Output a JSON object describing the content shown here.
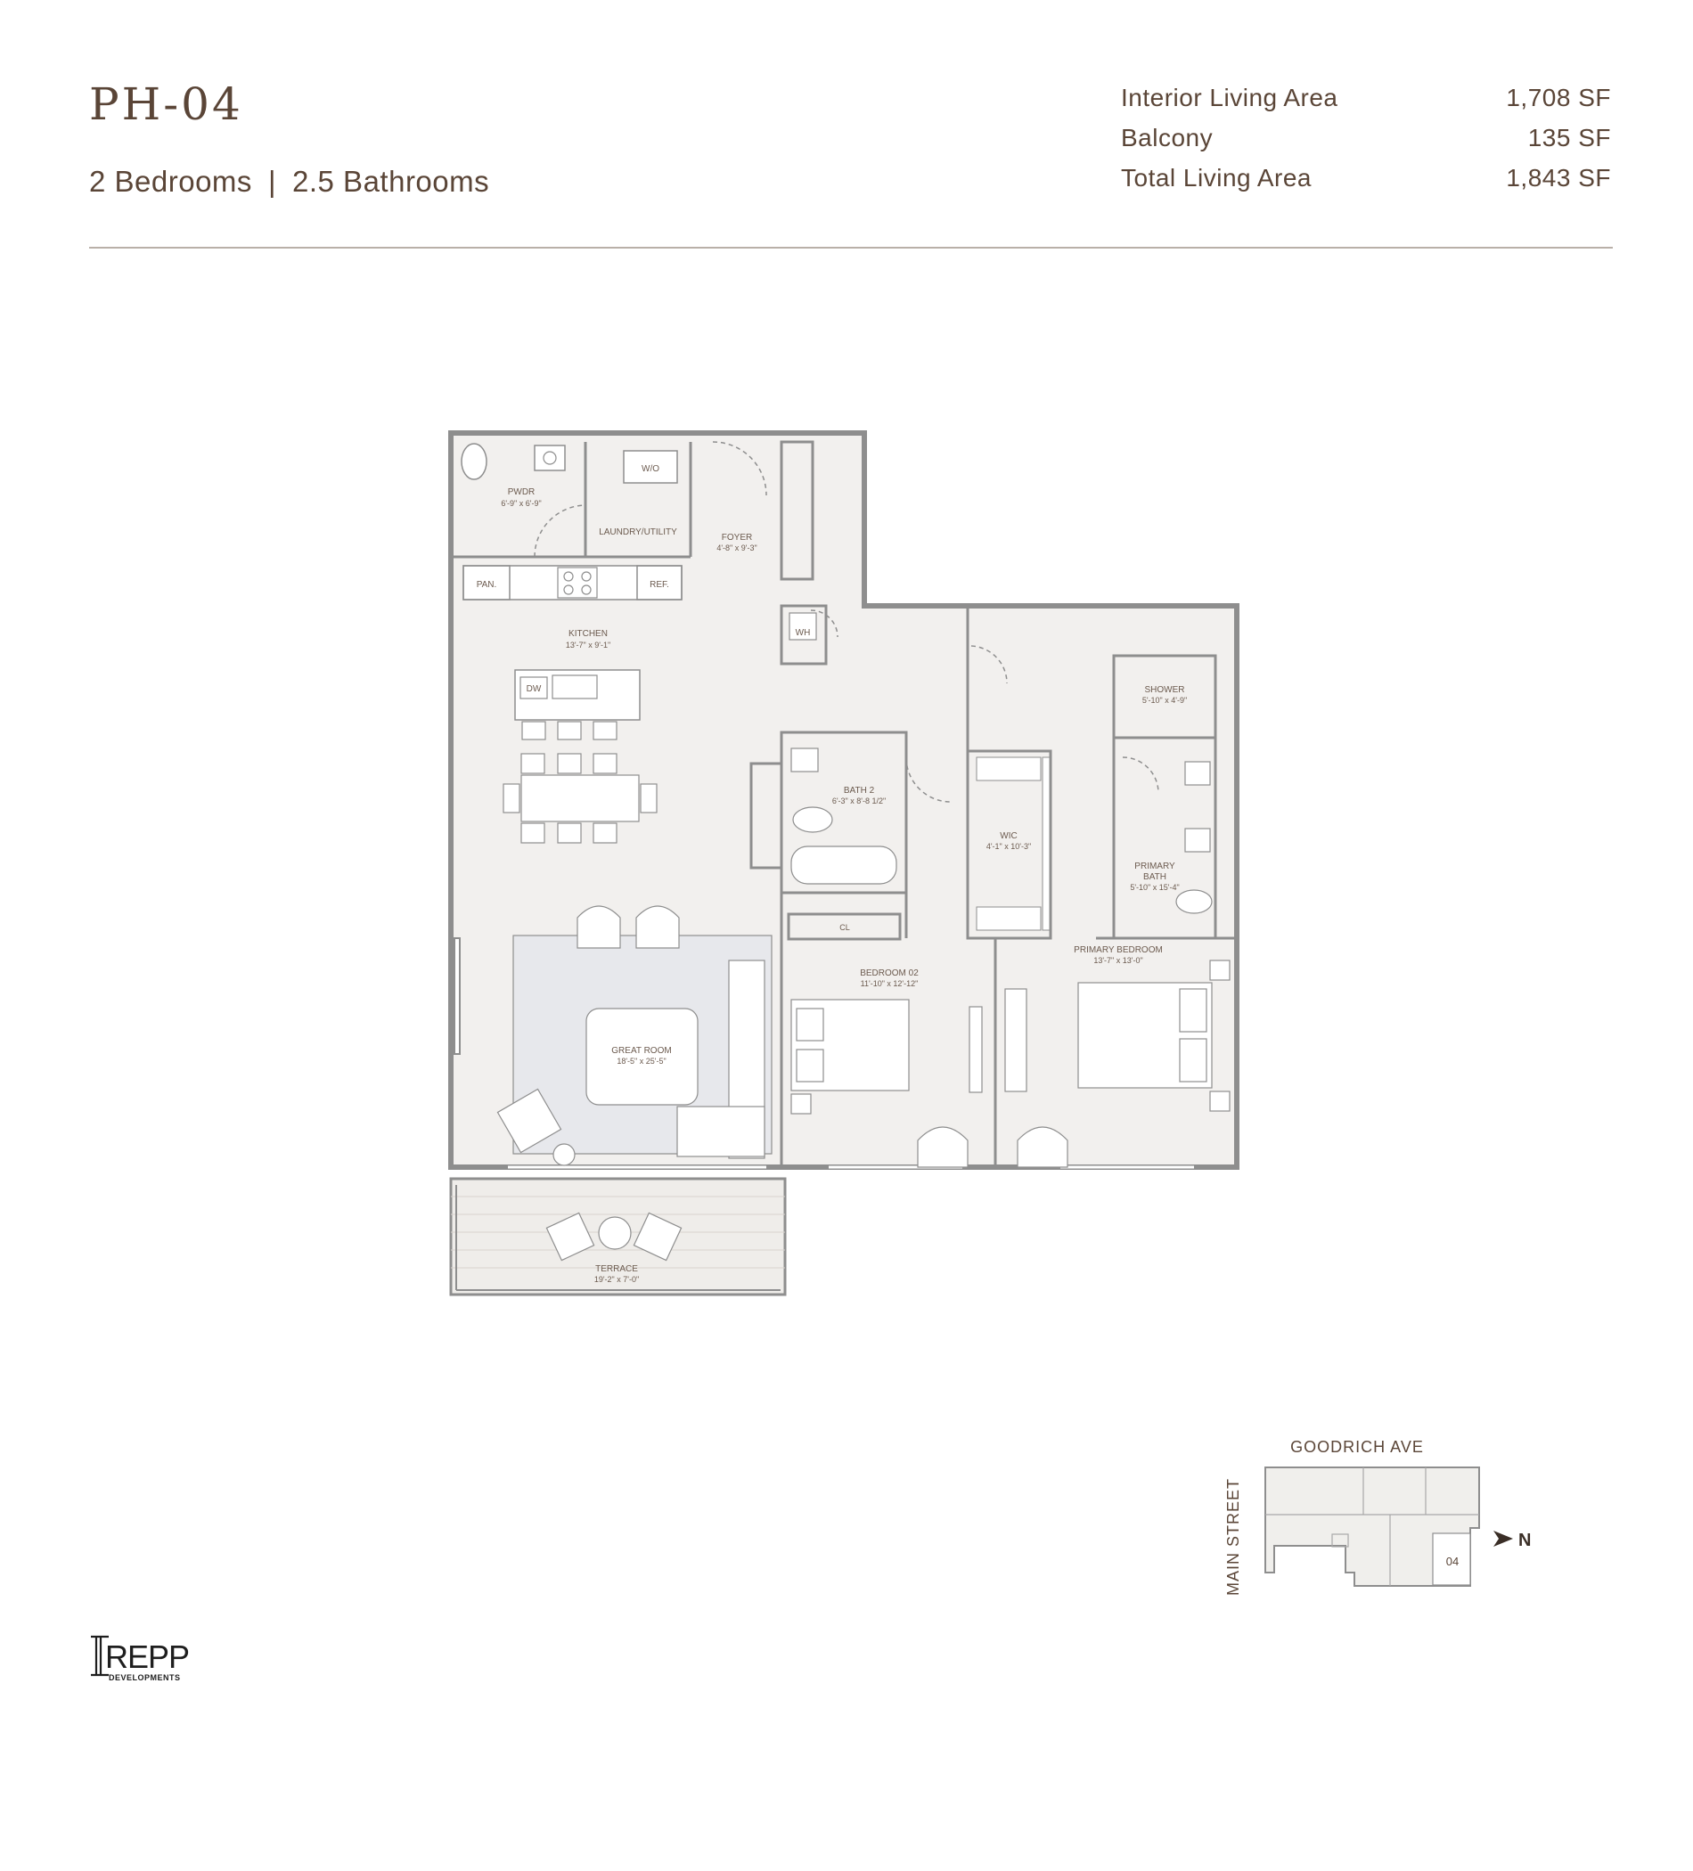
{
  "header": {
    "unit_name": "PH-04",
    "bedrooms": "2 Bedrooms",
    "separator": "|",
    "bathrooms": "2.5 Bathrooms"
  },
  "areas": [
    {
      "label": "Interior Living Area",
      "value": "1,708 SF"
    },
    {
      "label": "Balcony",
      "value": "135 SF"
    },
    {
      "label": "Total Living Area",
      "value": "1,843 SF"
    }
  ],
  "rooms": {
    "pwdr": {
      "name": "PWDR",
      "dims": "6'-9\" x 6'-9\""
    },
    "wo": {
      "name": "W/O"
    },
    "laundry": {
      "name": "LAUNDRY/UTILITY"
    },
    "foyer": {
      "name": "FOYER",
      "dims": "4'-8\" x 9'-3\""
    },
    "pan": {
      "name": "PAN."
    },
    "ref": {
      "name": "REF."
    },
    "wh": {
      "name": "WH"
    },
    "kitchen": {
      "name": "KITCHEN",
      "dims": "13'-7\" x 9'-1\""
    },
    "dw": {
      "name": "DW"
    },
    "bath2": {
      "name": "BATH 2",
      "dims": "6'-3\" x 8'-8 1/2\""
    },
    "cl": {
      "name": "CL"
    },
    "wic": {
      "name": "WIC",
      "dims": "4'-1\" x 10'-3\""
    },
    "shower": {
      "name": "SHOWER",
      "dims": "5'-10\" x 4'-9\""
    },
    "primary_bath": {
      "name_line1": "PRIMARY",
      "name_line2": "BATH",
      "dims": "5'-10\" x 15'-4\""
    },
    "great_room": {
      "name": "GREAT ROOM",
      "dims": "18'-5\" x 25'-5\""
    },
    "bedroom2": {
      "name": "BEDROOM 02",
      "dims": "11'-10\" x 12'-12\""
    },
    "primary_bedroom": {
      "name": "PRIMARY BEDROOM",
      "dims": "13'-7\" x 13'-0\""
    },
    "terrace": {
      "name": "TERRACE",
      "dims": "19'-2\" x 7'-0\""
    }
  },
  "keyplan": {
    "top_street": "GOODRICH AVE",
    "side_street": "MAIN STREET",
    "unit_number": "04",
    "north_label": "N"
  },
  "logo": {
    "name": "REPP",
    "tagline": "DEVELOPMENTS"
  },
  "colors": {
    "text": "#5a4537",
    "plan_wall": "#8e8e8e",
    "plan_floor": "#f2f0ee",
    "rug": "#e7e8ec"
  }
}
